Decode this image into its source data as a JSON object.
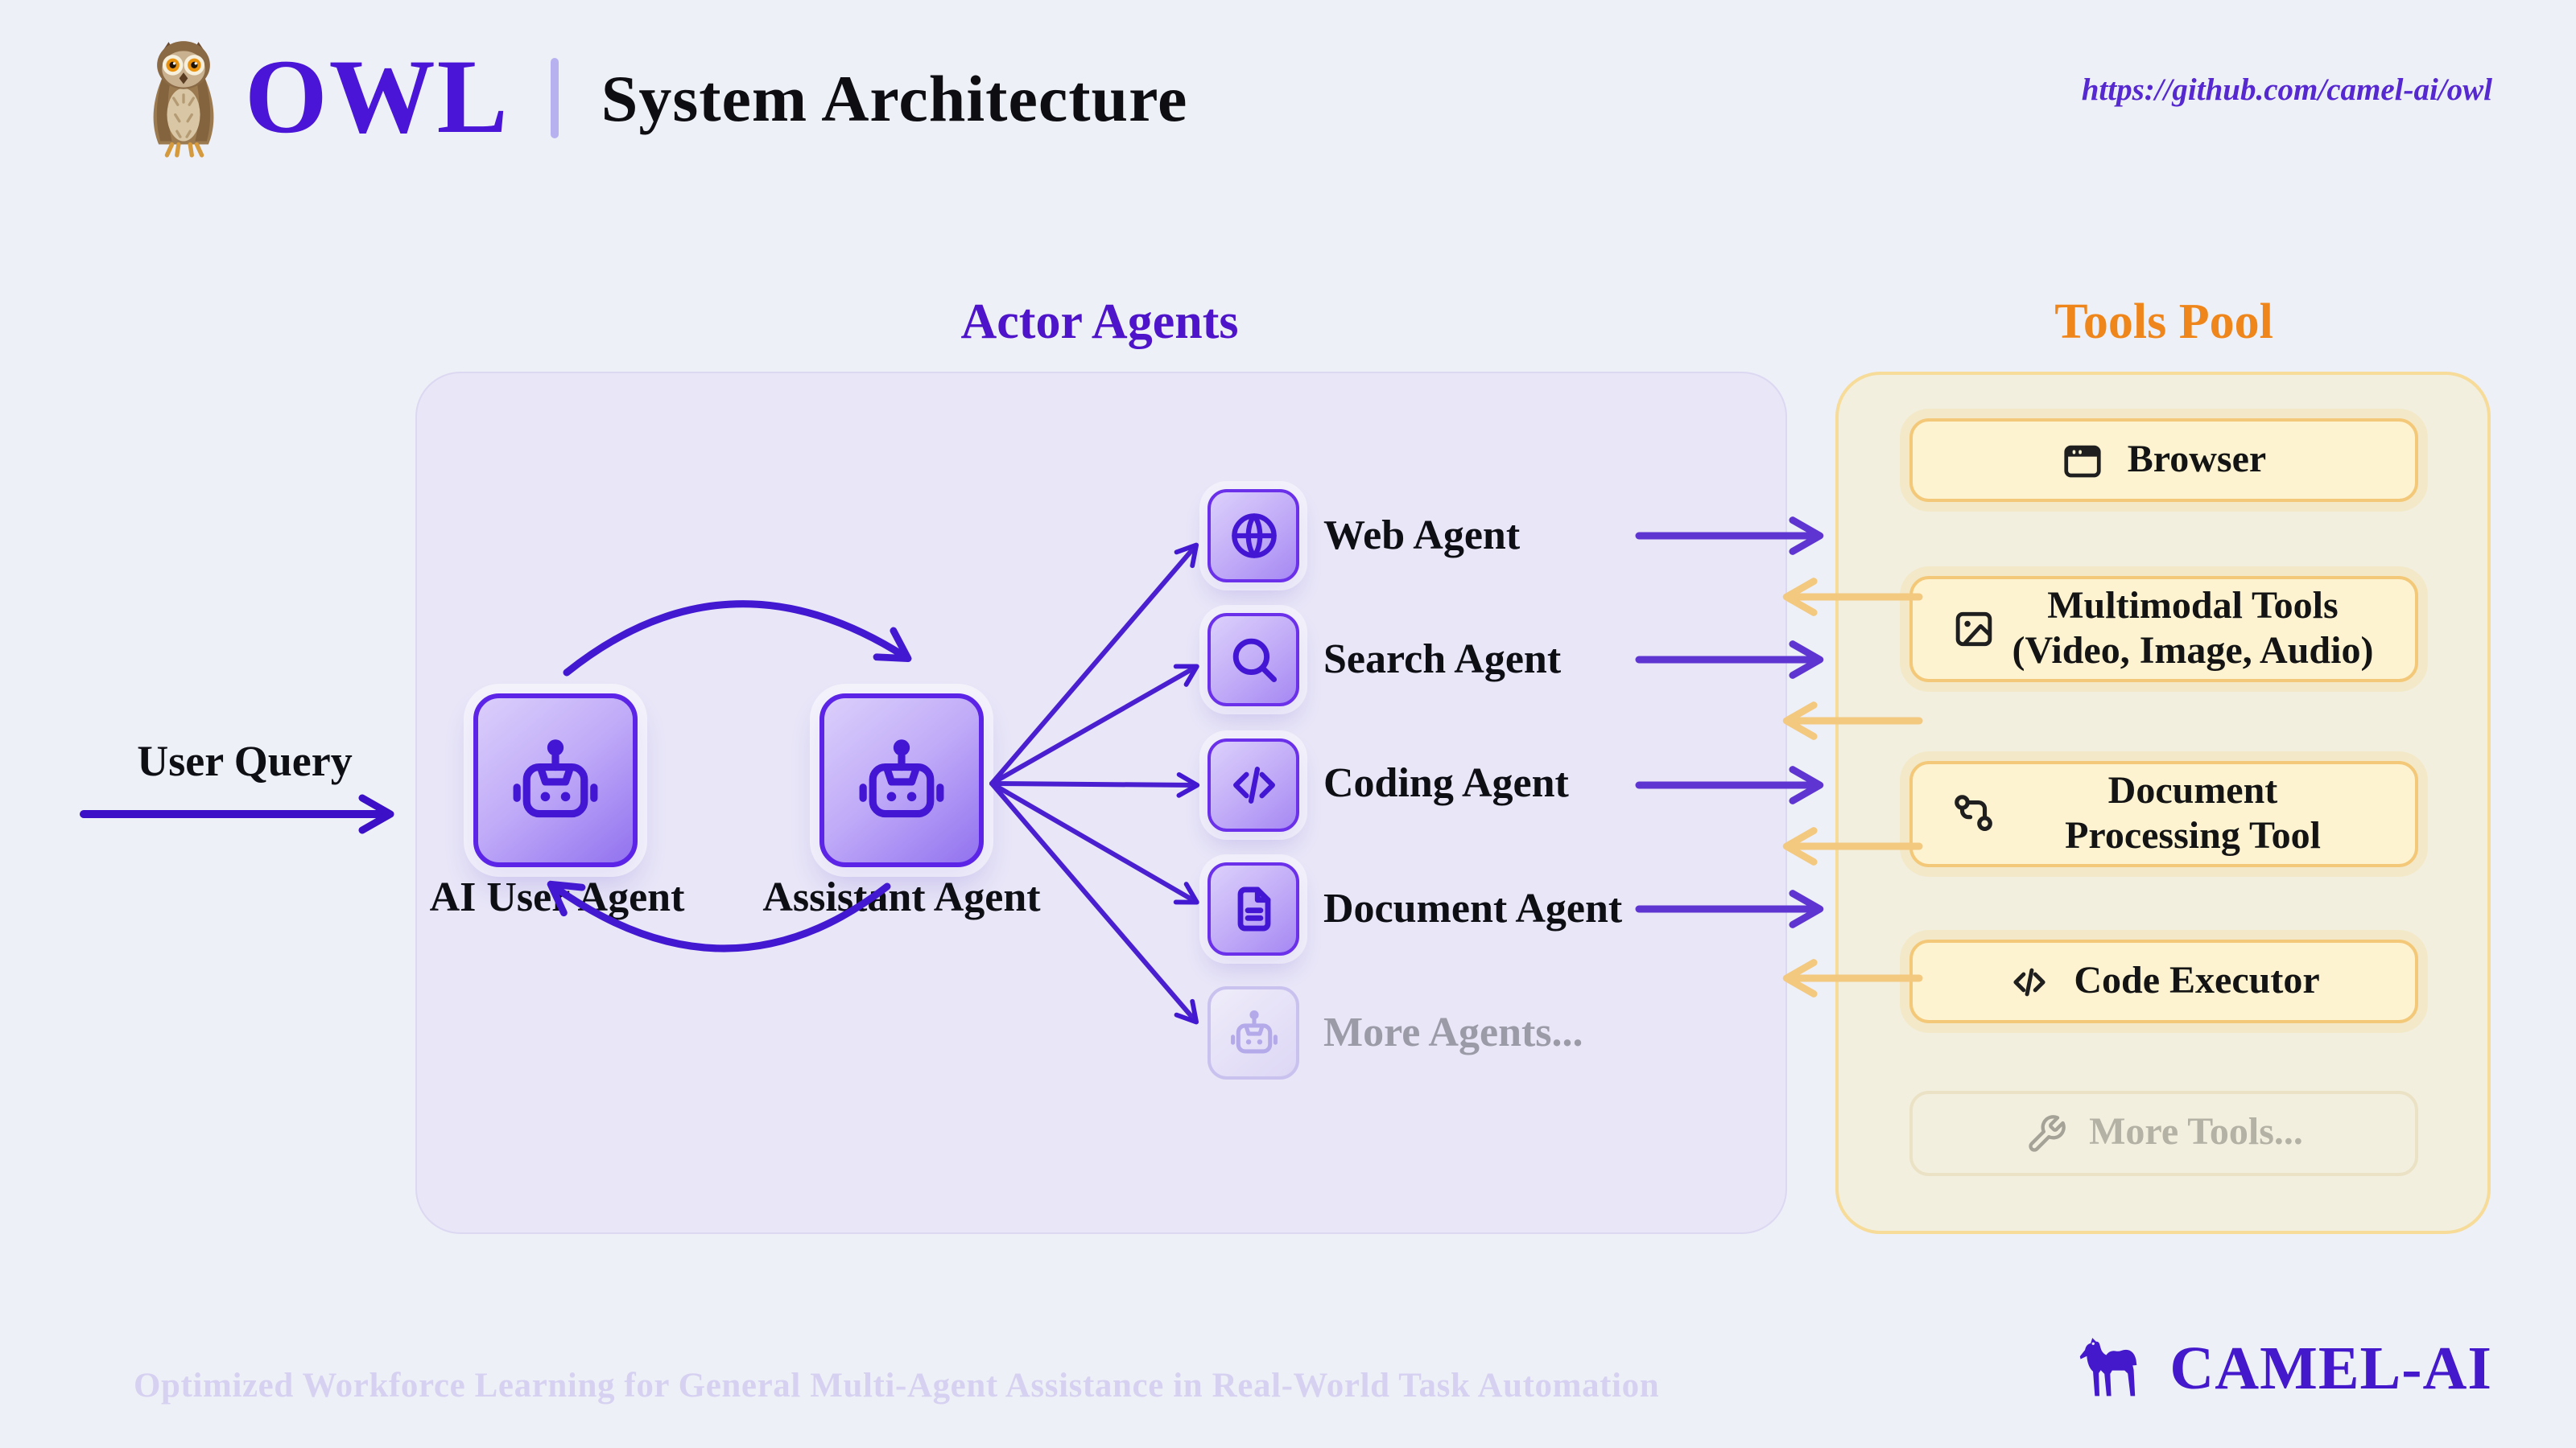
{
  "header": {
    "logo_text": "OWL",
    "title": "System Architecture",
    "url": "https://github.com/camel-ai/owl"
  },
  "actor": {
    "heading": "Actor Agents",
    "user_query": "User Query",
    "core_agents": [
      {
        "label": "AI User Agent",
        "icon": "robot-icon"
      },
      {
        "label": "Assistant Agent",
        "icon": "robot-icon"
      }
    ],
    "sub_agents": [
      {
        "label": "Web Agent",
        "icon": "globe-icon"
      },
      {
        "label": "Search Agent",
        "icon": "search-icon"
      },
      {
        "label": "Coding Agent",
        "icon": "code-icon"
      },
      {
        "label": "Document Agent",
        "icon": "file-text-icon"
      },
      {
        "label": "More Agents...",
        "icon": "robot-icon",
        "muted": true
      }
    ]
  },
  "tools": {
    "heading": "Tools Pool",
    "items": [
      {
        "label": "Browser",
        "icon": "browser-window-icon"
      },
      {
        "label": "Multimodal Tools",
        "sublabel": "(Video, Image, Audio)",
        "icon": "image-icon"
      },
      {
        "label": "Document",
        "sublabel": "Processing Tool",
        "icon": "route-icon"
      },
      {
        "label": "Code Executor",
        "icon": "code-icon"
      },
      {
        "label": "More Tools...",
        "icon": "wrench-icon",
        "muted": true
      }
    ]
  },
  "footer": {
    "tagline": "Optimized Workforce Learning for General Multi-Agent Assistance in Real-World Task Automation",
    "brand": "CAMEL-AI"
  },
  "colors": {
    "background": "#eef0f7",
    "primary_purple": "#4a15d7",
    "actor_heading": "#4e14c9",
    "tools_heading": "#ef861b",
    "actor_box_fill": "#e8e6f7",
    "tools_box_fill": "#f2efdf",
    "tools_box_border": "#f6db99",
    "tool_card_fill": "#fdf3d0",
    "tool_card_border": "#f3c878",
    "purple_arrow": "#5f35d2",
    "orange_arrow": "#f3c87f",
    "muted_text": "#9b9ba8"
  }
}
